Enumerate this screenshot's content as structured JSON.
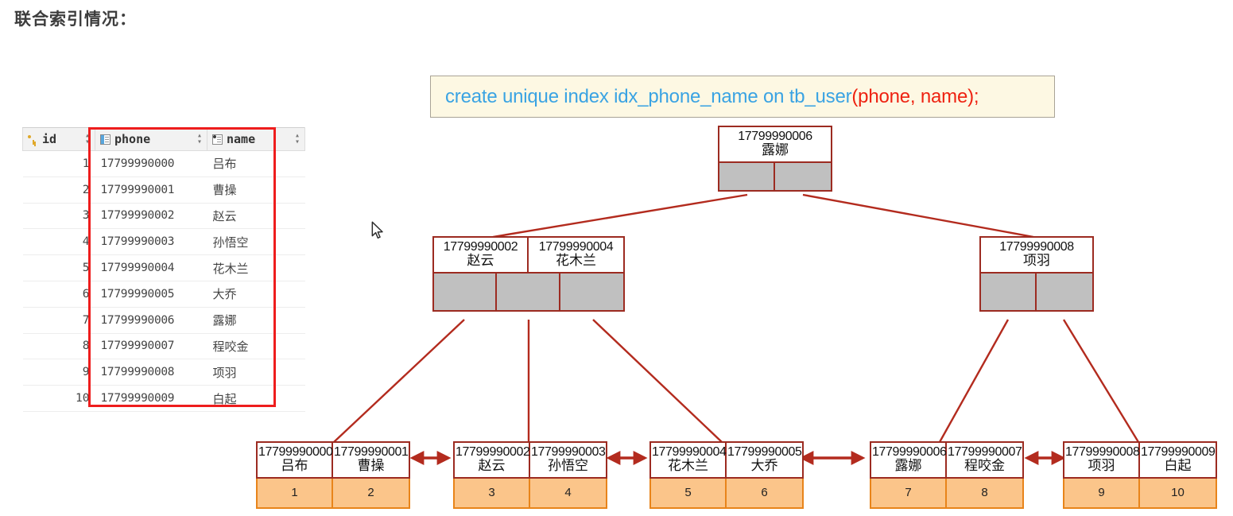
{
  "heading": "联合索引情况：",
  "sql": {
    "prefix": "create unique index idx_phone_name on tb_user",
    "columns": "(phone, name);",
    "full": "create unique index idx_phone_name on tb_user(phone, name);",
    "text_color": "#3aa3e3",
    "highlight_color": "#ee2211",
    "background": "#fdf8e3"
  },
  "table": {
    "columns": [
      {
        "label": "id",
        "icon": "primary-key-icon"
      },
      {
        "label": "phone",
        "icon": "column-grid-icon"
      },
      {
        "label": "name",
        "icon": "column-grid-icon"
      }
    ],
    "sort_indicator": "↕",
    "highlight_color": "#ee1d1d",
    "rows": [
      {
        "id": "1",
        "phone": "17799990000",
        "name": "吕布"
      },
      {
        "id": "2",
        "phone": "17799990001",
        "name": "曹操"
      },
      {
        "id": "3",
        "phone": "17799990002",
        "name": "赵云"
      },
      {
        "id": "4",
        "phone": "17799990003",
        "name": "孙悟空"
      },
      {
        "id": "5",
        "phone": "17799990004",
        "name": "花木兰"
      },
      {
        "id": "6",
        "phone": "17799990005",
        "name": "大乔"
      },
      {
        "id": "7",
        "phone": "17799990006",
        "name": "露娜"
      },
      {
        "id": "8",
        "phone": "17799990007",
        "name": "程咬金"
      },
      {
        "id": "9",
        "phone": "17799990008",
        "name": "项羽"
      },
      {
        "id": "10",
        "phone": "17799990009",
        "name": "白起"
      }
    ]
  },
  "tree": {
    "border_color": "#9c2b21",
    "pointer_fill": "#c0c0c0",
    "leaf_fill": "#fbc58a",
    "leaf_border": "#e8841a",
    "root": {
      "keys": [
        {
          "phone": "17799990006",
          "name": "露娜"
        }
      ],
      "pointers": 2
    },
    "internal": [
      {
        "keys": [
          {
            "phone": "17799990002",
            "name": "赵云"
          },
          {
            "phone": "17799990004",
            "name": "花木兰"
          }
        ],
        "pointers": 3
      },
      {
        "keys": [
          {
            "phone": "17799990008",
            "name": "项羽"
          }
        ],
        "pointers": 2
      }
    ],
    "leaves": [
      {
        "entries": [
          {
            "phone": "17799990000",
            "name": "吕布",
            "id": "1"
          },
          {
            "phone": "17799990001",
            "name": "曹操",
            "id": "2"
          }
        ]
      },
      {
        "entries": [
          {
            "phone": "17799990002",
            "name": "赵云",
            "id": "3"
          },
          {
            "phone": "17799990003",
            "name": "孙悟空",
            "id": "4"
          }
        ]
      },
      {
        "entries": [
          {
            "phone": "17799990004",
            "name": "花木兰",
            "id": "5"
          },
          {
            "phone": "17799990005",
            "name": "大乔",
            "id": "6"
          }
        ]
      },
      {
        "entries": [
          {
            "phone": "17799990006",
            "name": "露娜",
            "id": "7"
          },
          {
            "phone": "17799990007",
            "name": "程咬金",
            "id": "8"
          }
        ]
      },
      {
        "entries": [
          {
            "phone": "17799990008",
            "name": "项羽",
            "id": "9"
          },
          {
            "phone": "17799990009",
            "name": "白起",
            "id": "10"
          }
        ]
      }
    ]
  }
}
